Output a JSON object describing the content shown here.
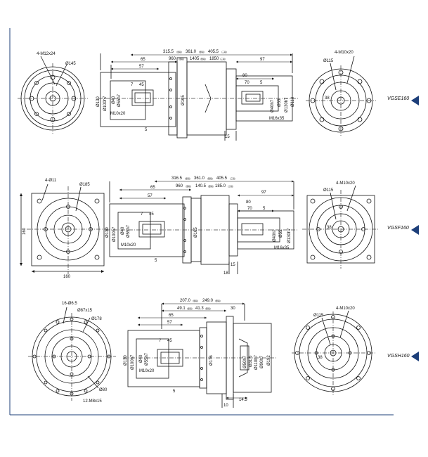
{
  "colors": {
    "line": "#111111",
    "center_line": "#444444",
    "marker": "#1d3f7a"
  },
  "row1": {
    "model": "VGSE160",
    "front": {
      "bolt": "4-M12x24",
      "pcd": "Ø145"
    },
    "side": {
      "length": "315.5",
      "length_note": "(單段)",
      "length2": "361.0",
      "length2_note": "(雙段)",
      "length3": "405.5",
      "length3_note": "(三段)",
      "len_a": "960",
      "len_a_note": "(單段)",
      "len_b": "1405",
      "len_b_note": "(雙段)",
      "len_c": "1850",
      "len_c_note": "(三段)",
      "d65": "65",
      "d57": "57",
      "d7": "7",
      "d45": "45",
      "d5": "5",
      "dia130": "Ø130",
      "dia100h7": "Ø100h7",
      "dia40": "Ø40",
      "dia55h7": "Ø55h7",
      "m10x20": "M10x20",
      "dia165": "Ø165",
      "d97": "97",
      "d80": "80",
      "d70": "70",
      "d5b": "5",
      "d15": "15",
      "dia40h7": "Ø40h7",
      "dia55": "Ø55",
      "dia130h7": "Ø130h7",
      "dia110": "Ø110",
      "m16x35": "M16x35"
    },
    "back": {
      "bolt": "4-M10x20",
      "pcd": "Ø115",
      "dim": "38"
    }
  },
  "row2": {
    "model": "VGSF160",
    "front": {
      "bolt": "4-Ø11",
      "pcd": "Ø185",
      "sq_v": "160",
      "sq_h": "160"
    },
    "side": {
      "length": "316.5",
      "length_note": "(單段)",
      "length2": "361.0",
      "length2_note": "(雙段)",
      "length3": "405.5",
      "length3_note": "(三段)",
      "len_a": "960",
      "len_a_note": "(單段)",
      "len_b": "140.5",
      "len_b_note": "(雙段)",
      "len_c": "185.0",
      "len_c_note": "(三段)",
      "d65": "65",
      "d57": "57",
      "d7": "7",
      "d45": "45",
      "d5": "5",
      "dia130": "Ø130",
      "dia100h7": "Ø100h7",
      "dia40": "Ø40",
      "dia55h7": "Ø55h7",
      "m10x20": "M10x20",
      "dia165": "Ø165",
      "d97": "97",
      "d80": "80",
      "d70": "70",
      "d5b": "5",
      "d15": "15",
      "d18": "18",
      "dia40h7": "Ø40h7",
      "dia55": "Ø55",
      "dia130h7": "Ø130h7",
      "m16x35": "M16x35"
    },
    "back": {
      "bolt": "4-M10x20",
      "pcd": "Ø115",
      "dim": "38"
    }
  },
  "row3": {
    "model": "VGSH160",
    "front": {
      "holes": "16-Ø6.5",
      "pcd": "Ø87x15",
      "pcd2": "Ø178",
      "dia80": "Ø80",
      "tap": "12-M8x15"
    },
    "side": {
      "length": "207.0",
      "length_note": "(單段)",
      "length2": "249.0",
      "length2_note": "(雙段)",
      "len_a": "49.1",
      "len_a_note": "(單段)",
      "len_b": "41.3",
      "len_b_note": "(雙段)",
      "d30": "30",
      "d65": "65",
      "d57": "57",
      "d7": "7",
      "d45": "45",
      "d5": "5",
      "dia130": "Ø130",
      "dia100h7": "Ø100h7",
      "dia40": "Ø40",
      "dia55h7": "Ø55h7",
      "m10x20": "M10x20",
      "dia176": "Ø176",
      "dia50h7": "Ø50h7",
      "dia31": "Ø31.5",
      "dia110h7": "Ø110h7",
      "dia90h7": "Ø90h7",
      "dia192": "Ø192",
      "d10": "10",
      "d145": "14.5"
    },
    "back": {
      "bolt": "4-M10x20",
      "pcd": "Ø115",
      "dim": "38"
    }
  }
}
